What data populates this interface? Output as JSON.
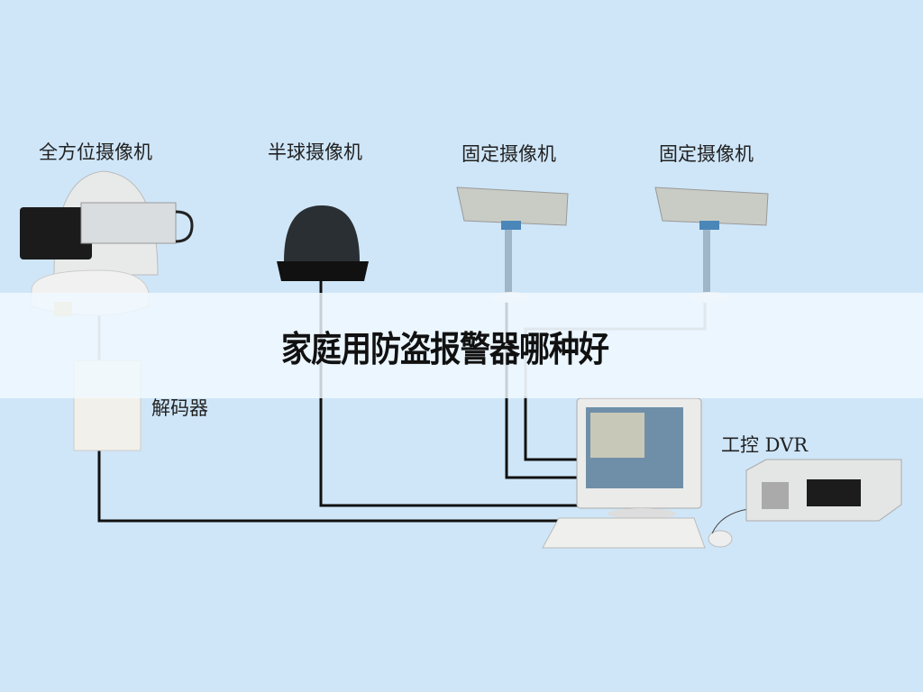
{
  "title": "家庭用防盗报警器哪种好",
  "labels": {
    "ptz_camera": "全方位摄像机",
    "dome_camera": "半球摄像机",
    "fixed_camera_1": "固定摄像机",
    "fixed_camera_2": "固定摄像机",
    "decoder": "解码器",
    "dvr": "工控 DVR"
  }
}
